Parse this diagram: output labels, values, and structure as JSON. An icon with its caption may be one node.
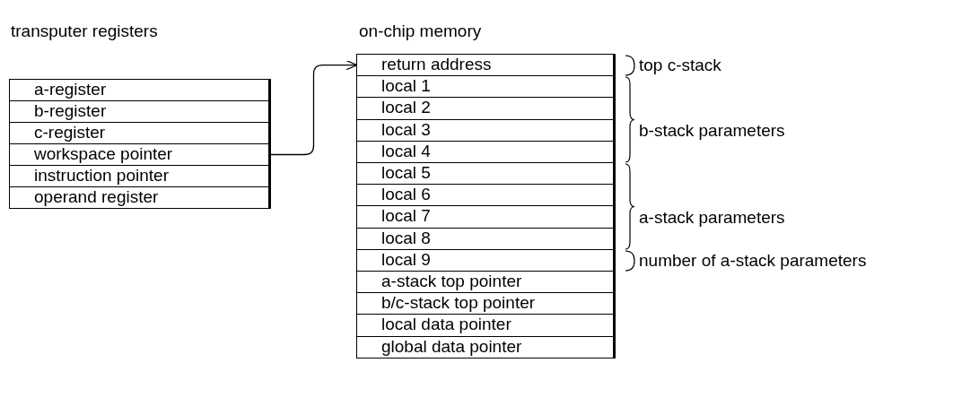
{
  "diagram": {
    "nodes": [
      {
        "text": [
          "a-register"
        ]
      },
      {
        "text": [
          "b-register"
        ]
      },
      {
        "text": [
          "c-register"
        ]
      },
      {
        "text": [
          "workspace pointer"
        ]
      },
      {
        "text": [
          "instruction pointer"
        ]
      },
      {
        "text": [
          "operand register"
        ]
      },
      {
        "text": [
          "return address"
        ]
      },
      {
        "text": [
          "local 1"
        ]
      },
      {
        "text": [
          "local 2"
        ]
      },
      {
        "text": [
          "local 3"
        ]
      },
      {
        "text": [
          "local 4"
        ]
      },
      {
        "text": [
          "local 5"
        ]
      },
      {
        "text": [
          "local 6"
        ]
      },
      {
        "text": [
          "local 7"
        ]
      },
      {
        "text": [
          "local 8"
        ]
      },
      {
        "text": [
          "local 9"
        ]
      },
      {
        "text": [
          "a-stack top pointer"
        ]
      },
      {
        "text": [
          "b/c-stack top pointer"
        ]
      },
      {
        "text": [
          "local data pointer"
        ]
      },
      {
        "text": [
          "global data pointer"
        ]
      }
    ],
    "edges": [
      {
        "from": 3,
        "to": 6,
        "arrow": "to"
      }
    ],
    "labels": [
      "transputer registers",
      "on-chip memory",
      "top c-stack",
      "b-stack parameters",
      "a-stack parameters",
      "number of a-stack parameters"
    ]
  }
}
